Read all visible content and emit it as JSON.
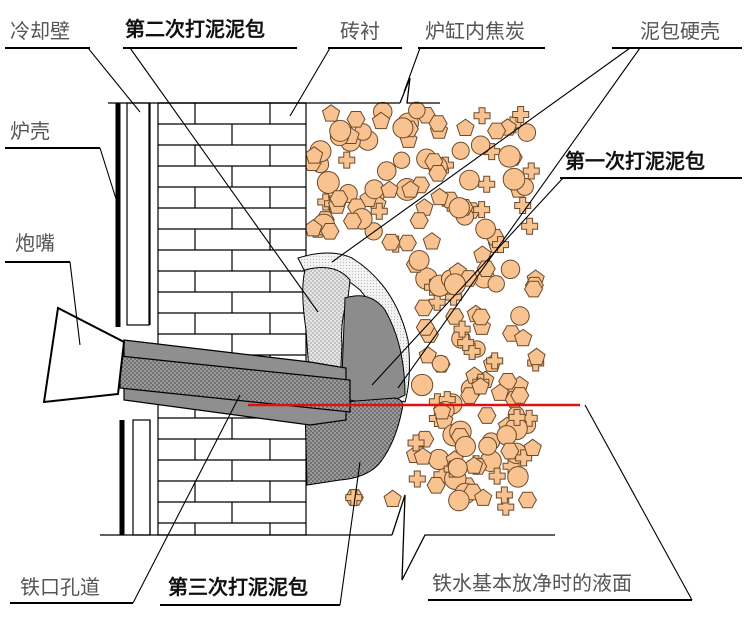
{
  "labels": {
    "cooling_wall": "冷却壁",
    "second_mudpack": "第二次打泥泥包",
    "brick_lining": "砖衬",
    "hearth_coke": "炉缸内焦炭",
    "mudpack_crust": "泥包硬壳",
    "first_mudpack": "第一次打泥泥包",
    "furnace_shell": "炉壳",
    "gun_nozzle": "炮嘴",
    "taphole_channel": "铁口孔道",
    "third_mudpack": "第三次打泥泥包",
    "iron_level": "铁水基本放净时的液面"
  },
  "colors": {
    "coke_fill": "#f9c391",
    "coke_stroke": "#6b4a2a",
    "iron_level_line": "#e01010",
    "mud_dark": "#8a8a8a",
    "mud_light": "#d8d8d8"
  }
}
